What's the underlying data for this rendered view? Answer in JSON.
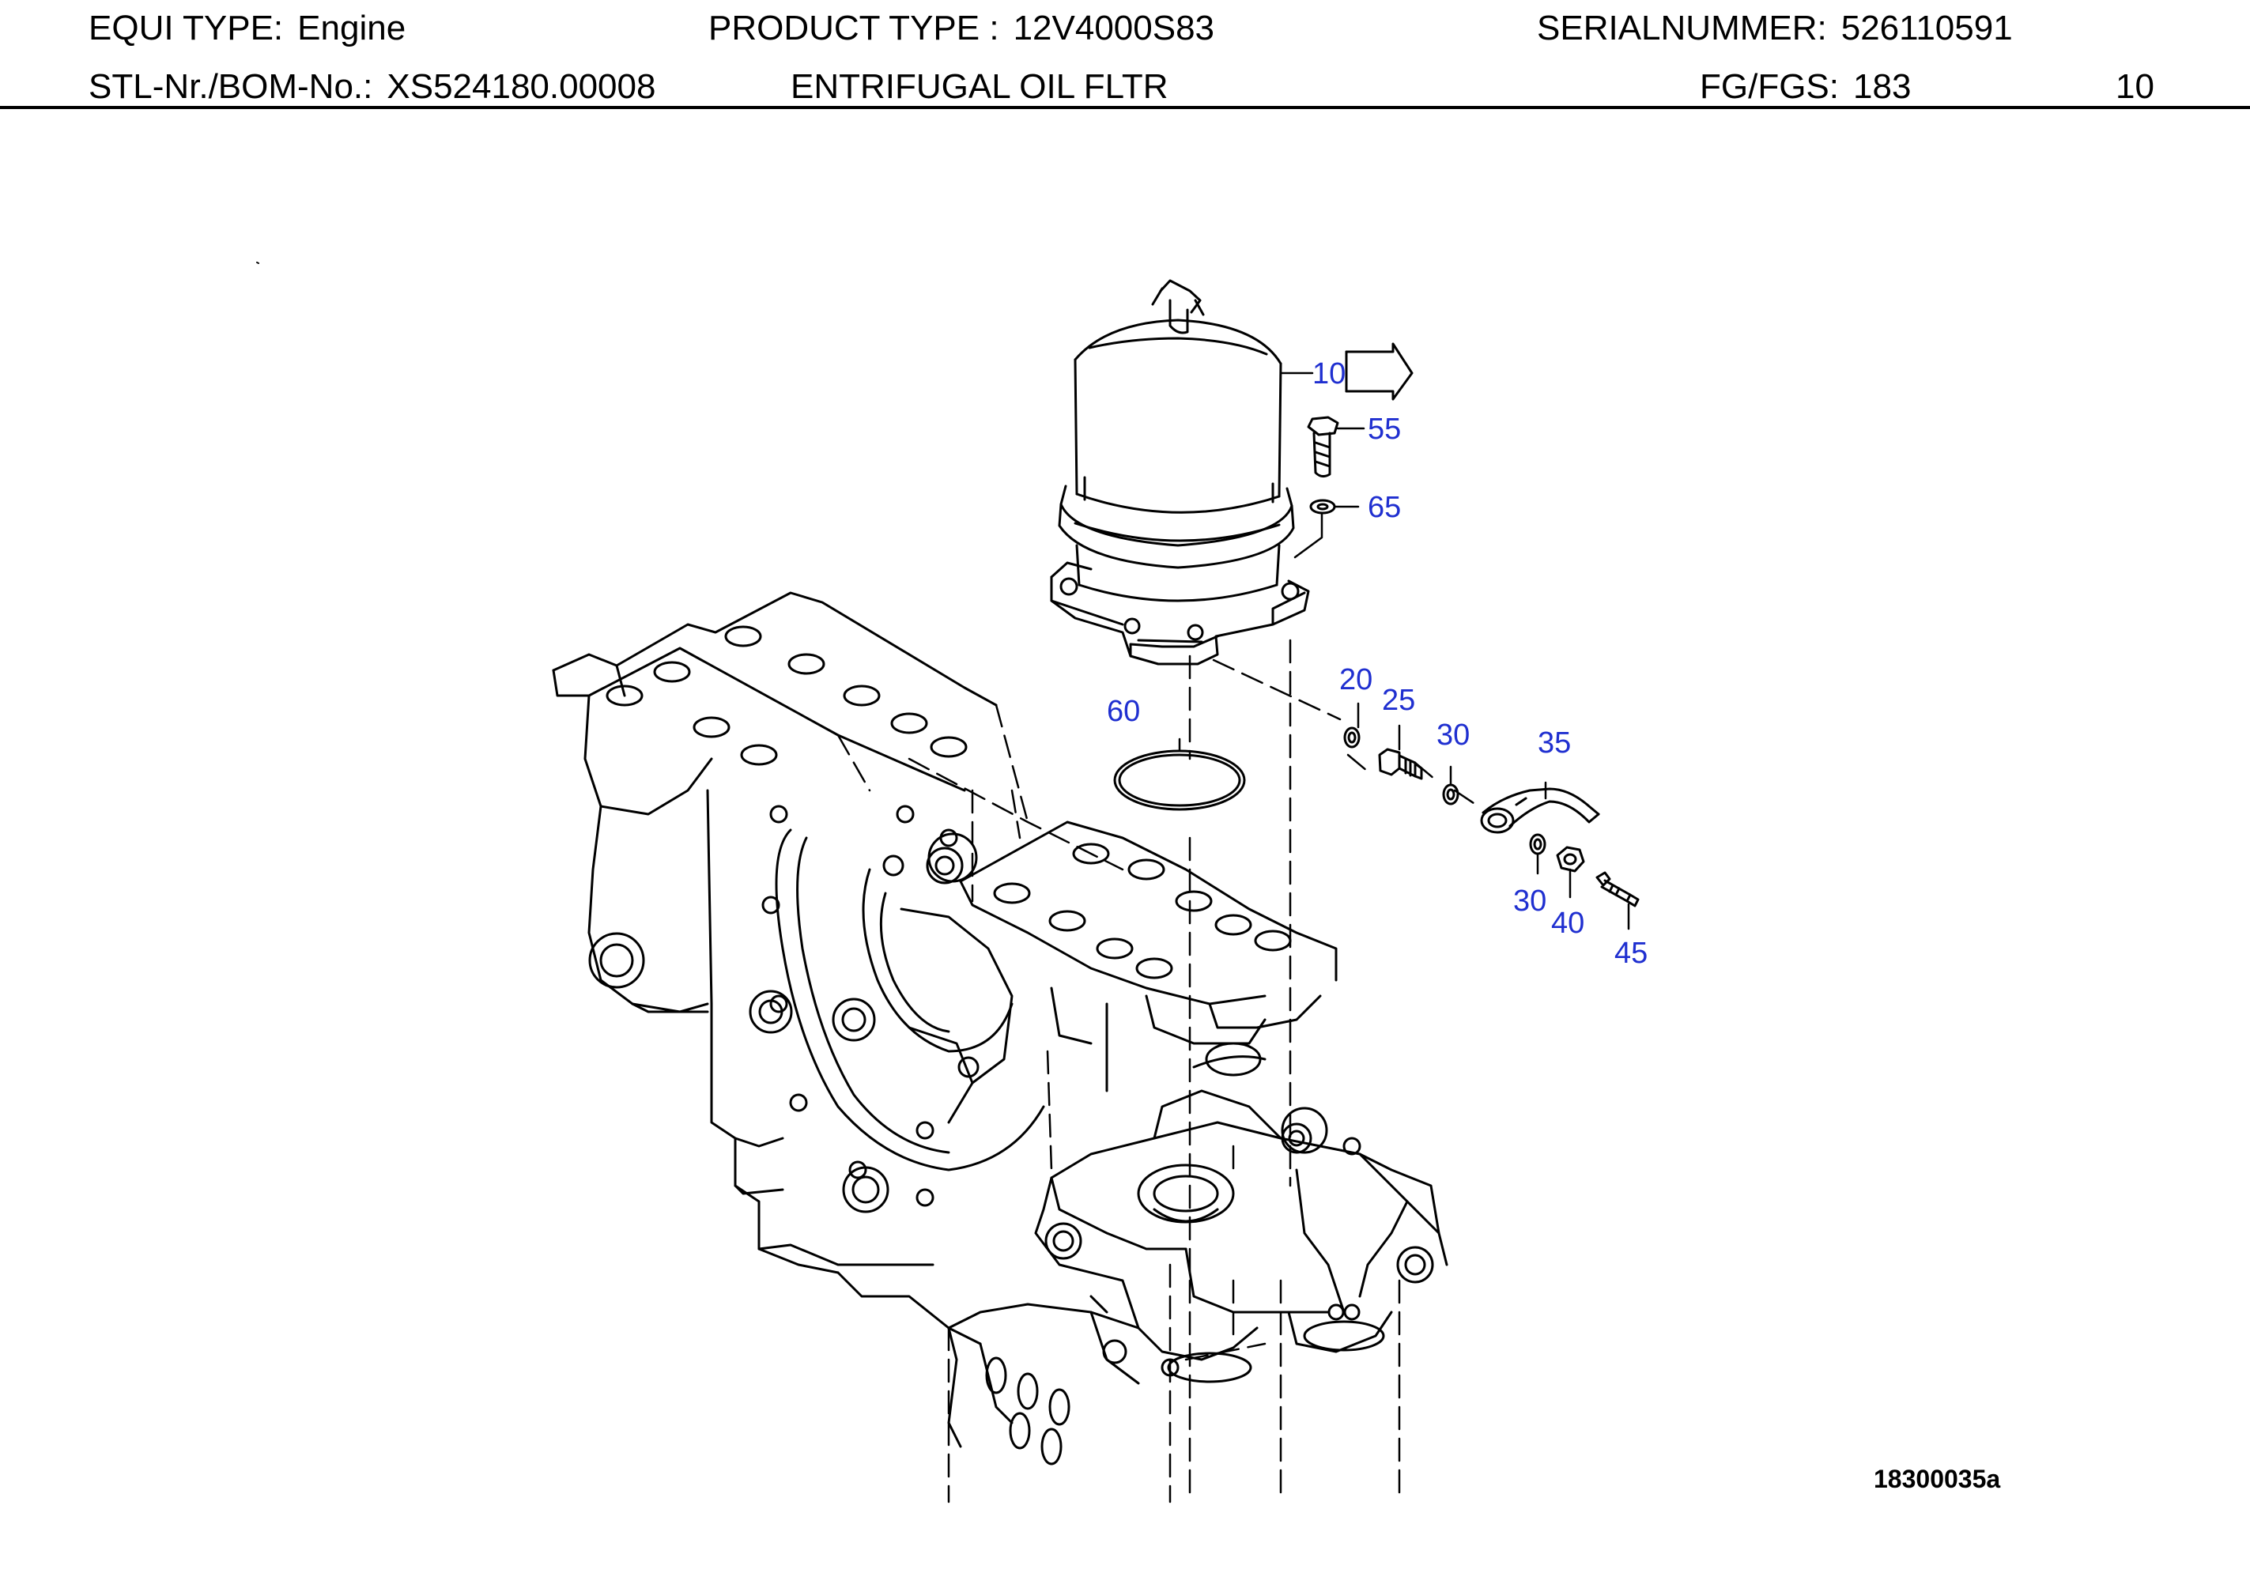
{
  "header": {
    "equi_type_label": "EQUI TYPE:",
    "equi_type_value": "Engine",
    "product_type_label": "PRODUCT TYPE :",
    "product_type_value": "12V4000S83",
    "serial_label": "SERIALNUMMER:",
    "serial_value": "526110591",
    "bom_label": "STL-Nr./BOM-No.:",
    "bom_value": "XS524180.00008",
    "description": "ENTRIFUGAL OIL FLTR",
    "fg_label": "FG/FGS:",
    "fg_value": "183",
    "page_value": "10"
  },
  "callouts": [
    "10",
    "55",
    "65",
    "60",
    "20",
    "25",
    "30",
    "35",
    "30",
    "40",
    "45"
  ],
  "drawing_number": "18300035a",
  "colors": {
    "callout": "#1f2fd0",
    "line": "#000000",
    "background": "#ffffff"
  }
}
